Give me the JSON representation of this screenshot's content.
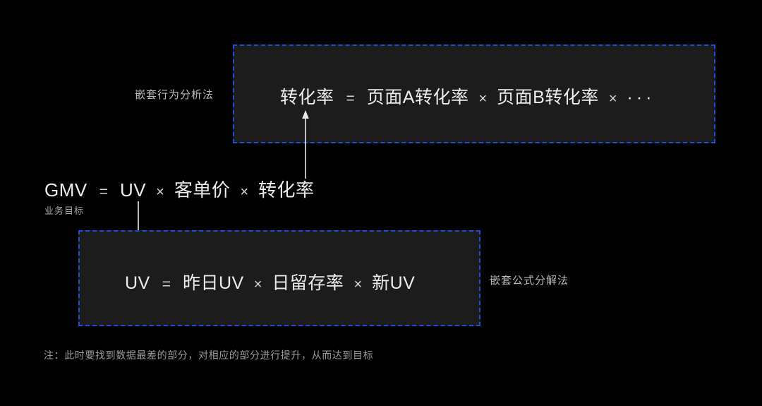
{
  "page": {
    "background_color": "#000000",
    "box_fill_color": "#1c1c1c",
    "box_border_color": "#1d4ed8",
    "text_color": "#ececec"
  },
  "nested_behavior": {
    "label": "嵌套行为分析法",
    "formula": {
      "lhs": "转化率",
      "equals": "=",
      "terms": [
        "页面A转化率",
        "页面B转化率"
      ],
      "multiply": "×",
      "ellipsis": "···"
    }
  },
  "main_formula": {
    "lhs": "GMV",
    "equals": "=",
    "multiply": "×",
    "terms": [
      "UV",
      "客单价",
      "转化率"
    ],
    "caption": "业务目标"
  },
  "nested_formula": {
    "label": "嵌套公式分解法",
    "formula": {
      "lhs": "UV",
      "equals": "=",
      "multiply": "×",
      "terms": [
        "昨日UV",
        "日留存率",
        "新UV"
      ]
    }
  },
  "footnote": {
    "text": "注：此时要找到数据最差的部分，对相应的部分进行提升，从而达到目标"
  },
  "arrows": {
    "up_label": "arrow-up",
    "down_label": "arrow-down",
    "color": "#e8e8e8"
  }
}
